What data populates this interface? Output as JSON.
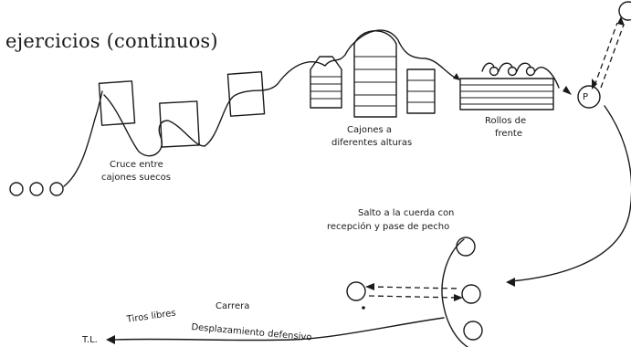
{
  "title": "ejercicios (continuos)",
  "stations": {
    "box_crossing": {
      "line1": "Cruce entre",
      "line2": "cajones suecos"
    },
    "vaults": {
      "line1": "Cajones a",
      "line2": "diferentes alturas"
    },
    "rolls": {
      "line1": "Rollos de",
      "line2": "frente"
    },
    "post": {
      "label": "P"
    },
    "rope": {
      "line1": "Salto a la cuerda con",
      "line2": "recepción y pase de pecho"
    }
  },
  "path_labels": {
    "free_throws": "Tiros libres",
    "run": "Carrera",
    "defensive": "Desplazamiento defensivo",
    "end": "T.L."
  }
}
